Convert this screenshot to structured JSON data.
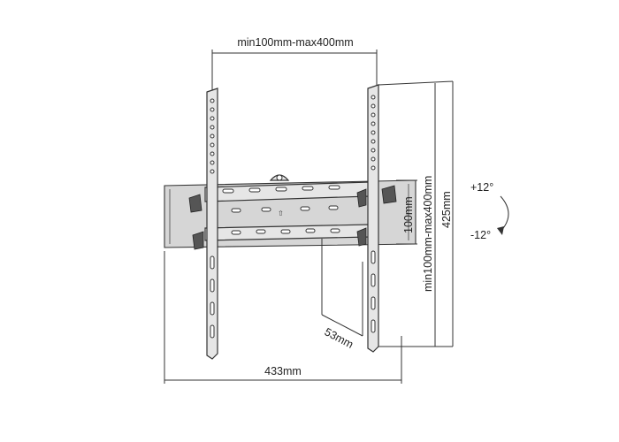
{
  "dimensions": {
    "top_width": "min100mm-max400mm",
    "vertical_range": "min100mm-max400mm",
    "height_total": "425mm",
    "rail_height": "100mm",
    "depth": "53mm",
    "bottom_width": "433mm"
  },
  "tilt": {
    "up": "+12°",
    "down": "-12°"
  },
  "colors": {
    "line": "#333333",
    "text": "#222222",
    "metal": "#e6e6e6"
  }
}
